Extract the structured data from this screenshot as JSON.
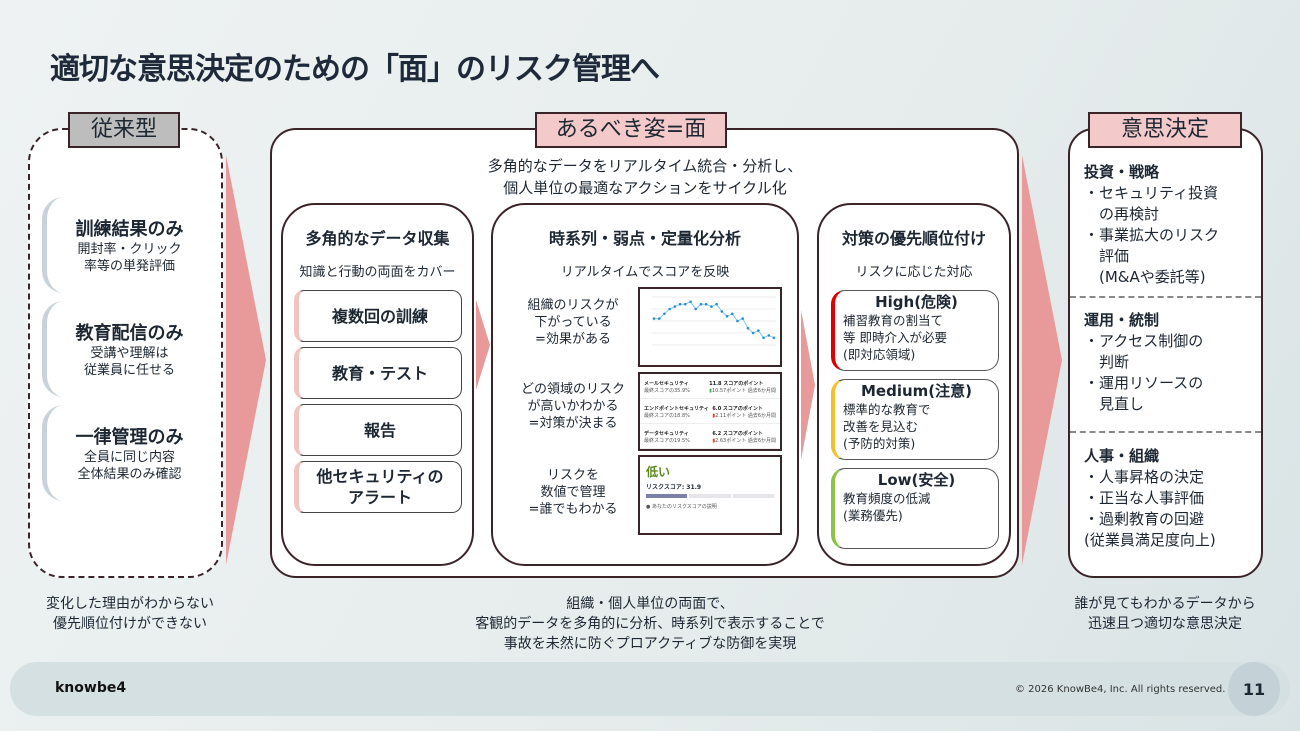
{
  "title": "適切な意思決定のための「面」のリスク管理へ",
  "left": {
    "tag": "従来型",
    "items": [
      {
        "title": "訓練結果のみ",
        "lines": [
          "開封率・クリック",
          "率等の単発評価"
        ]
      },
      {
        "title": "教育配信のみ",
        "lines": [
          "受講や理解は",
          "従業員に任せる"
        ]
      },
      {
        "title": "一律管理のみ",
        "lines": [
          "全員に同じ内容",
          "全体結果のみ確認"
        ]
      }
    ],
    "bottom": [
      "変化した理由がわからない",
      "優先順位付けができない"
    ]
  },
  "middle": {
    "tag": "あるべき姿=面",
    "subtitle": [
      "多角的なデータをリアルタイム統合・分析し、",
      "個人単位の最適なアクションをサイクル化"
    ],
    "col1": {
      "title": "多角的なデータ収集",
      "sub": "知識と行動の両面をカバー",
      "buttons": [
        [
          "複数回の訓練"
        ],
        [
          "教育・テスト"
        ],
        [
          "報告"
        ],
        [
          "他セキュリティの",
          "アラート"
        ]
      ]
    },
    "col2": {
      "title": "時系列・弱点・定量化分析",
      "sub": "リアルタイムでスコアを反映",
      "rows": [
        [
          "組織のリスクが",
          "下がっている",
          "=効果がある"
        ],
        [
          "どの領域のリスク",
          "が高いかわかる",
          "=対策が決まる"
        ],
        [
          "リスクを",
          "数値で管理",
          "=誰でもわかる"
        ]
      ],
      "trend": [
        46,
        46,
        48,
        50,
        51,
        52,
        52,
        53,
        50,
        52,
        52,
        51,
        52,
        49,
        47,
        48,
        45,
        46,
        42,
        40,
        41,
        38,
        39,
        38
      ],
      "areas": [
        {
          "name": "メールセキュリティ",
          "sub": "最終スコアの35.9%",
          "pts": "11.8 スコアのポイント",
          "chg": "10.57ポイント 過去6か月間",
          "color": "#4caf50"
        },
        {
          "name": "エンドポイントセキュリティ",
          "sub": "最終スコアの18.8%",
          "pts": "6.0 スコアのポイント",
          "chg": "2.11ポイント 過去6か月間",
          "color": "#e53935"
        },
        {
          "name": "データセキュリティ",
          "sub": "最終スコアの19.5%",
          "pts": "6.2 スコアのポイント",
          "chg": "2.63ポイント 過去6か月間",
          "color": "#e53935"
        }
      ],
      "score": {
        "level": "低い",
        "label": "リスクスコア: 31.9",
        "value": 31.9,
        "note": "あなたのリスクスコアの説明"
      }
    },
    "col3": {
      "title": "対策の優先順位付け",
      "sub": "リスクに応じた対応",
      "cards": [
        {
          "title": "High(危険)",
          "lines": [
            "補習教育の割当て",
            "等 即時介入が必要",
            "(即対応領域)"
          ],
          "color": "#e00000"
        },
        {
          "title": "Medium(注意)",
          "lines": [
            "標準的な教育で",
            "改善を見込む",
            "(予防的対策)"
          ],
          "color": "#f2c12e"
        },
        {
          "title": "Low(安全)",
          "lines": [
            "教育頻度の低減",
            "(業務優先)"
          ],
          "color": "#8bc34a"
        }
      ]
    },
    "bottom": [
      "組織・個人単位の両面で、",
      "客観的データを多角的に分析、時系列で表示することで",
      "事故を未然に防ぐプロアクティブな防御を実現"
    ]
  },
  "right": {
    "tag": "意思決定",
    "sections": [
      {
        "title": "投資・戦略",
        "lines": [
          "・セキュリティ投資",
          "　の再検討",
          "・事業拡大のリスク",
          "　評価",
          "　(M&Aや委託等)"
        ]
      },
      {
        "title": "運用・統制",
        "lines": [
          "・アクセス制御の",
          "　判断",
          "・運用リソースの",
          "　見直し"
        ]
      },
      {
        "title": "人事・組織",
        "lines": [
          "・人事昇格の決定",
          "・正当な人事評価",
          "・過剰教育の回避",
          "(従業員満足度向上)"
        ]
      }
    ],
    "bottom": [
      "誰が見てもわかるデータから",
      "迅速且つ適切な意思決定"
    ]
  },
  "footer": {
    "logo": "knowbe4",
    "copyright": "© 2026 KnowBe4, Inc. All rights reserved.",
    "page": "11"
  },
  "colors": {
    "accent": "#e89999",
    "tagPink": "#f4c9c9",
    "border": "#3a2428"
  }
}
